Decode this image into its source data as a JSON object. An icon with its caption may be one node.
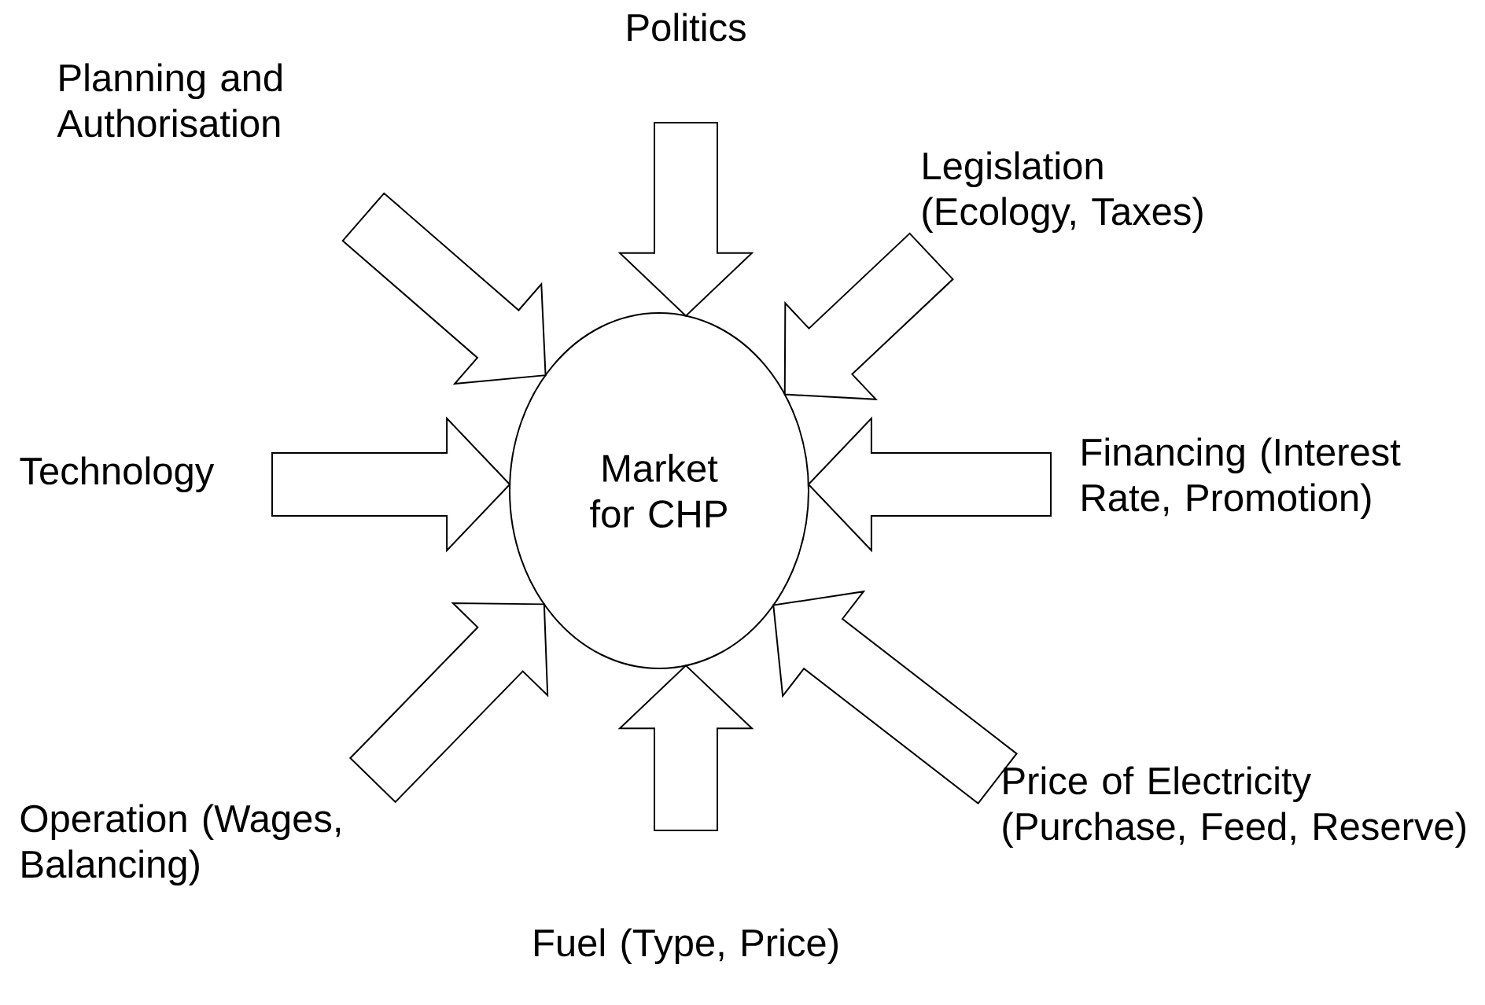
{
  "diagram": {
    "nodes": [
      {
        "text": [
          "Market for CHP"
        ]
      },
      {
        "text": [
          "Politics"
        ]
      },
      {
        "text": [
          "Legislation (Ecology, Taxes)"
        ]
      },
      {
        "text": [
          "Planning and Authorisation"
        ]
      },
      {
        "text": [
          "Technology"
        ]
      },
      {
        "text": [
          "Financing (Interest Rate, Promotion)"
        ]
      },
      {
        "text": [
          "Operation (Wages, Balancing)"
        ]
      },
      {
        "text": [
          "Fuel (Type, Price)"
        ]
      },
      {
        "text": [
          "Price of Electricity (Purchase, Feed, Reserve)"
        ]
      }
    ],
    "edges": [
      {
        "from": 1,
        "to": 0,
        "arrow": "to"
      },
      {
        "from": 2,
        "to": 0,
        "arrow": "to"
      },
      {
        "from": 3,
        "to": 0,
        "arrow": "to"
      },
      {
        "from": 4,
        "to": 0,
        "arrow": "to"
      },
      {
        "from": 5,
        "to": 0,
        "arrow": "to"
      },
      {
        "from": 6,
        "to": 0,
        "arrow": "to"
      },
      {
        "from": 7,
        "to": 0,
        "arrow": "to"
      },
      {
        "from": 8,
        "to": 0,
        "arrow": "to"
      }
    ]
  }
}
